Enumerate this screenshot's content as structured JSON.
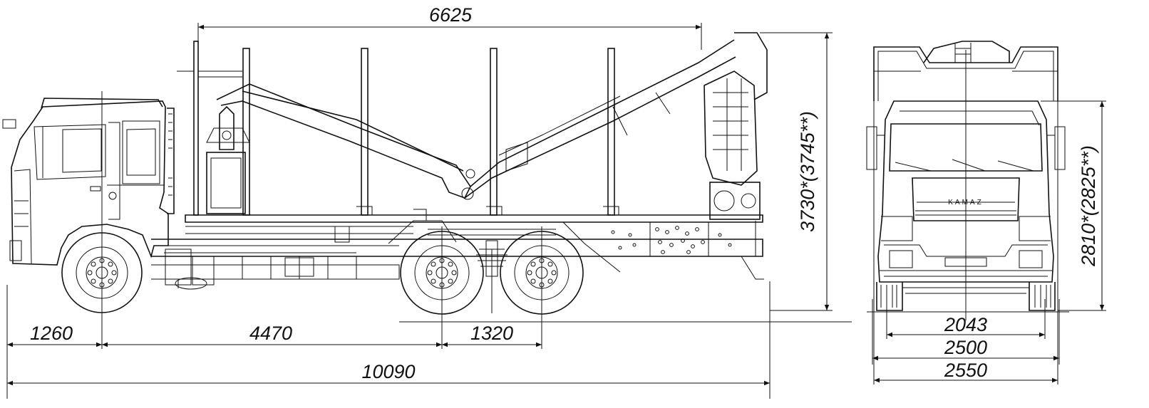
{
  "diagram": {
    "side_view": {
      "dimensions": {
        "stakes_span": "6625",
        "front_overhang": "1260",
        "wheelbase": "4470",
        "bogie_base": "1320",
        "overall_length": "10090",
        "overall_height": "3730*(3745**)"
      }
    },
    "front_view": {
      "brand_label": "KAMAZ",
      "dimensions": {
        "cab_height": "2810*(2825**)",
        "track_width": "2043",
        "body_width": "2500",
        "overall_width": "2550"
      }
    }
  }
}
